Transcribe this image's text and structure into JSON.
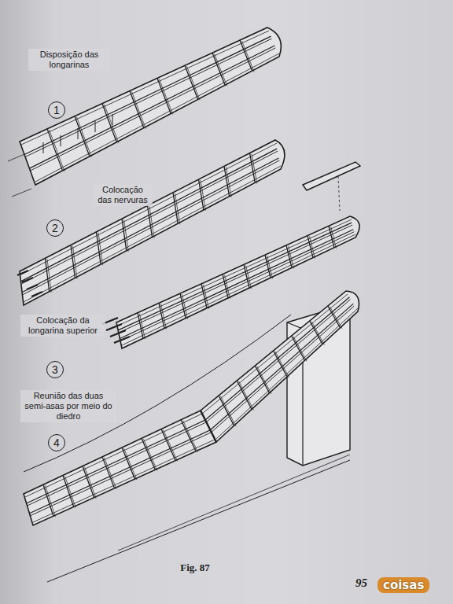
{
  "diagram": {
    "caption": "Fig. 87",
    "nodes": [
      {
        "text": [
          "1"
        ]
      },
      {
        "text": [
          "2"
        ]
      },
      {
        "text": [
          "3"
        ]
      },
      {
        "text": [
          "4"
        ]
      }
    ],
    "labels": [
      "Disposição das longarinas",
      "Colocação das nervuras",
      "Colocação da longarina superior",
      "Reunião das duas semi-asas por meio do diedro",
      "95",
      "coisas"
    ]
  }
}
